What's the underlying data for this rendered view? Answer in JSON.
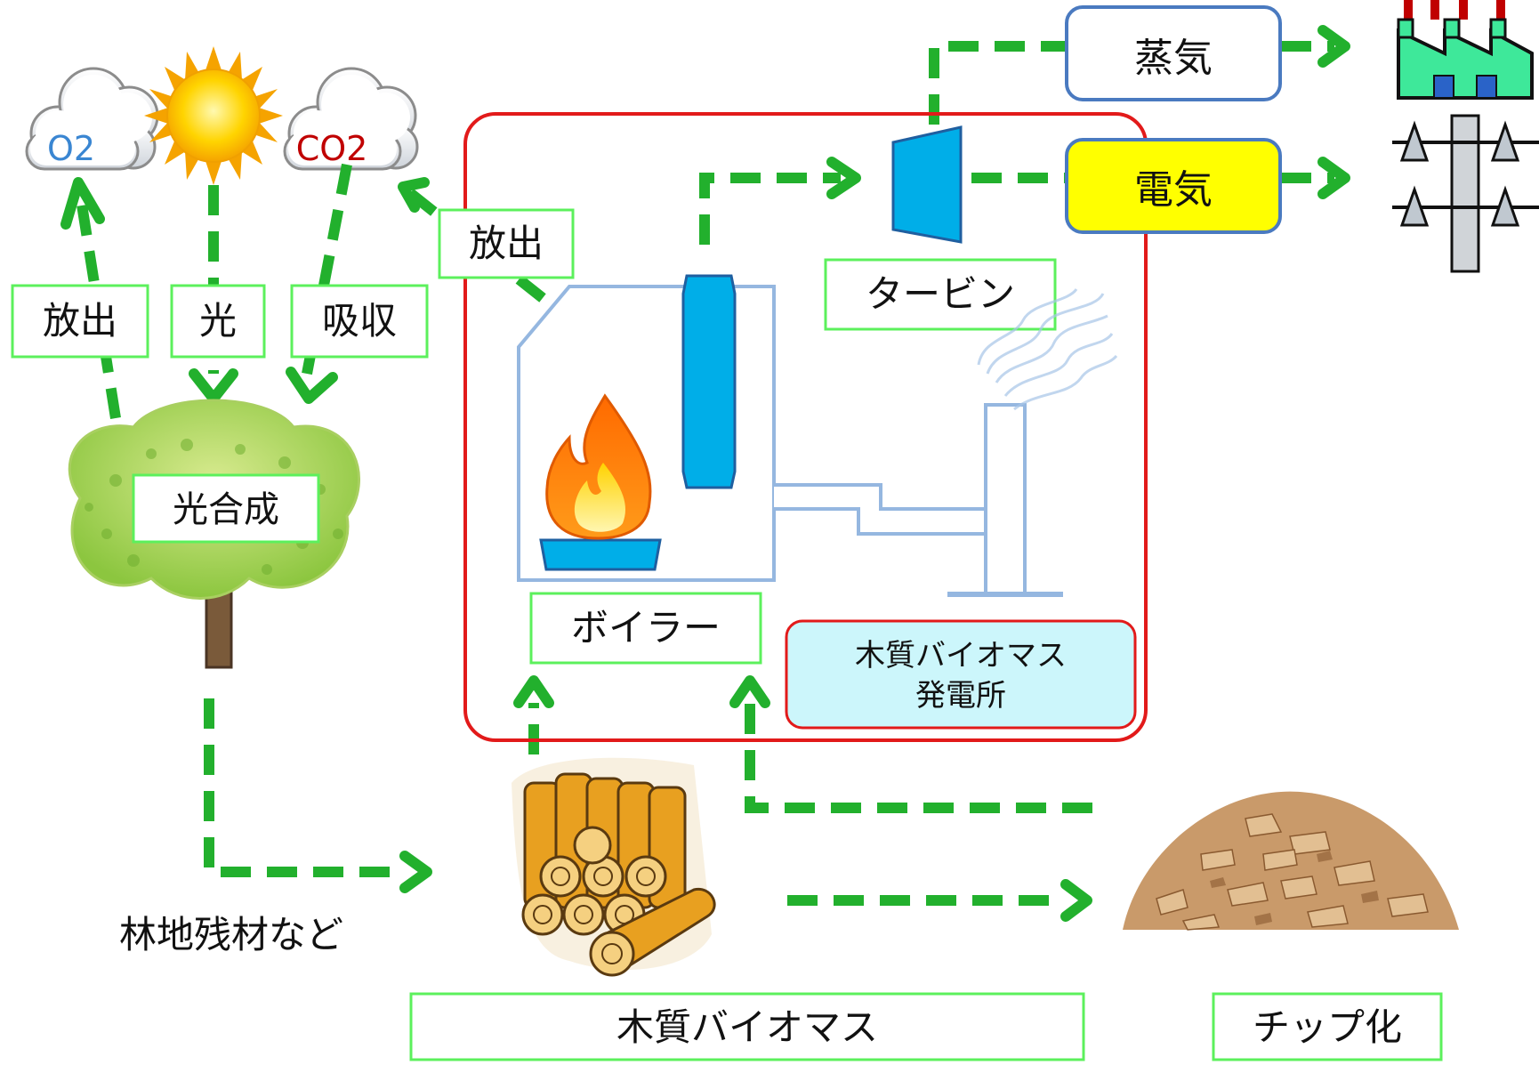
{
  "labels": {
    "o2": "O2",
    "co2": "CO2",
    "release_left": "放出",
    "light": "光",
    "absorb": "吸収",
    "photosynthesis": "光合成",
    "release_top": "放出",
    "steam": "蒸気",
    "electricity": "電気",
    "turbine": "タービン",
    "boiler": "ボイラー",
    "plant_line1": "木質バイオマス",
    "plant_line2": "発電所",
    "forest_residue": "林地残材など",
    "woody_biomass": "木質バイオマス",
    "chipping": "チップ化"
  },
  "colors": {
    "flow_arrow": "#22b02d",
    "label_border": "#5cf05c",
    "plant_border": "#e21a1a",
    "plant_label_bg": "#ccf6fb",
    "output_border": "#4a7ac0",
    "electricity_bg": "#ffff00",
    "turbine_fill": "#00aee8",
    "boiler_outline": "#95b7e0",
    "o2_text": "#3a86d2",
    "co2_text": "#c00000",
    "factory_green": "#3ee89a"
  },
  "icons": [
    "cloud-icon",
    "sun-icon",
    "tree-icon",
    "flame-icon",
    "factory-icon",
    "power-pylon-icon",
    "log-pile-icon",
    "wood-chips-icon",
    "smoke-icon"
  ]
}
